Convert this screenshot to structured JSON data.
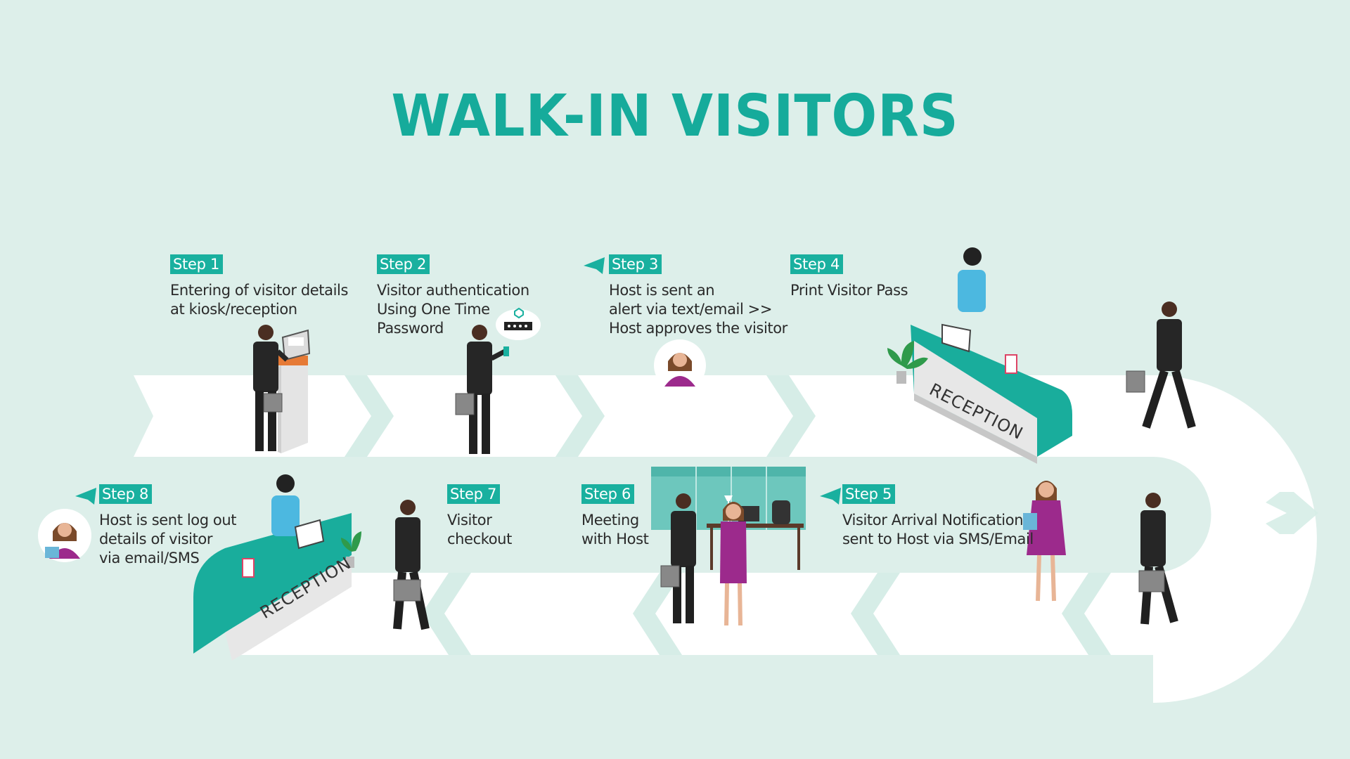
{
  "title": "WALK-IN VISITORS",
  "colors": {
    "background": "#ddefea",
    "accent": "#19b09f",
    "path": "#ffffff",
    "chevron": "#d6ede7",
    "suit": "#2a2a2a",
    "host_dress": "#9c2a8c",
    "receptionist_top": "#4cb8e0"
  },
  "steps": [
    {
      "badge": "Step 1",
      "lines": [
        "Entering of visitor details",
        "at kiosk/reception"
      ],
      "icon": "kiosk-icon"
    },
    {
      "badge": "Step 2",
      "lines": [
        "Visitor authentication",
        "Using One Time",
        "Password"
      ],
      "icon": "otp-bubble-icon"
    },
    {
      "badge": "Step 3",
      "lines": [
        "Host is sent an",
        "alert via text/email >>",
        "Host approves the visitor"
      ],
      "icon": "send-arrow-icon"
    },
    {
      "badge": "Step 4",
      "lines": [
        "Print Visitor Pass"
      ],
      "icon": "reception-desk-icon"
    },
    {
      "badge": "Step 5",
      "lines": [
        "Visitor Arrival Notification",
        "sent to Host via SMS/Email"
      ],
      "icon": "send-arrow-icon"
    },
    {
      "badge": "Step 6",
      "lines": [
        "Meeting",
        "with Host"
      ],
      "icon": "meeting-icon"
    },
    {
      "badge": "Step 7",
      "lines": [
        "Visitor",
        "checkout"
      ],
      "icon": "walking-visitor-icon"
    },
    {
      "badge": "Step 8",
      "lines": [
        "Host is sent log out",
        "details of visitor",
        "via email/SMS"
      ],
      "icon": "send-arrow-icon"
    }
  ],
  "desk_labels": [
    "RECEPTION",
    "RECEPTION"
  ]
}
